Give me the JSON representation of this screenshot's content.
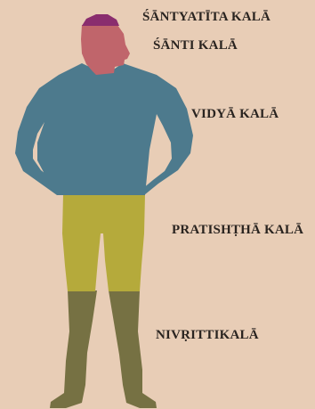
{
  "labels": {
    "santyatita": "ŚĀNTYATĪTA KALĀ",
    "santi": "ŚĀNTI KALĀ",
    "vidya": "VIDYĀ KALĀ",
    "pratishtha": "PRATISHṬHĀ KALĀ",
    "nivritti": "NIVṚITTIKALĀ"
  },
  "colors": {
    "background": "#e8cdb6",
    "santyatita": "#8a2d6e",
    "santi": "#c0656b",
    "vidya": "#4d7a8d",
    "pratishtha": "#b5aa3b",
    "nivritti": "#767143"
  }
}
